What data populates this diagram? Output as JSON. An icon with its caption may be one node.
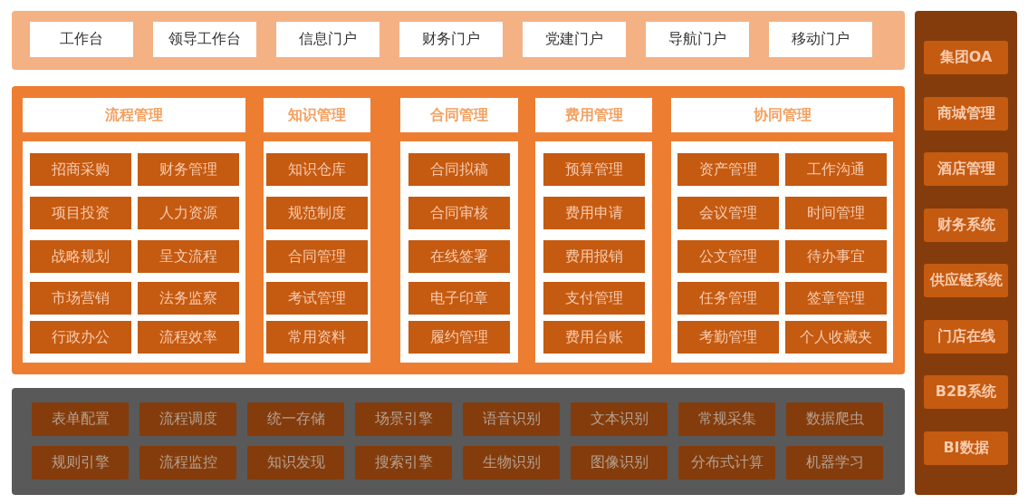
{
  "diagram": {
    "nodes": [
      {
        "text": [],
        "shape": "box"
      },
      {
        "text": [
          "工作台"
        ],
        "in": 0
      },
      {
        "text": [
          "领导工作台"
        ],
        "in": 0
      },
      {
        "text": [
          "信息门户"
        ],
        "in": 0
      },
      {
        "text": [
          "财务门户"
        ],
        "in": 0
      },
      {
        "text": [
          "党建门户"
        ],
        "in": 0
      },
      {
        "text": [
          "导航门户"
        ],
        "in": 0
      },
      {
        "text": [
          "移动门户"
        ],
        "in": 0
      },
      {
        "text": [],
        "shape": "box"
      },
      {
        "text": [
          "流程管理"
        ],
        "in": 8
      },
      {
        "text": [],
        "shape": "box",
        "in": 8
      },
      {
        "text": [
          "招商采购"
        ],
        "in": 10
      },
      {
        "text": [
          "财务管理"
        ],
        "in": 10
      },
      {
        "text": [
          "项目投资"
        ],
        "in": 10
      },
      {
        "text": [
          "人力资源"
        ],
        "in": 10
      },
      {
        "text": [
          "战略规划"
        ],
        "in": 10
      },
      {
        "text": [
          "呈文流程"
        ],
        "in": 10
      },
      {
        "text": [
          "市场营销"
        ],
        "in": 10
      },
      {
        "text": [
          "法务监察"
        ],
        "in": 10
      },
      {
        "text": [
          "行政办公"
        ],
        "in": 10
      },
      {
        "text": [
          "流程效率"
        ],
        "in": 10
      },
      {
        "text": [
          "知识管理"
        ],
        "in": 8
      },
      {
        "text": [],
        "shape": "box",
        "in": 8
      },
      {
        "text": [
          "知识仓库"
        ],
        "in": 22
      },
      {
        "text": [
          "规范制度"
        ],
        "in": 22
      },
      {
        "text": [
          "合同管理"
        ],
        "in": 22
      },
      {
        "text": [
          "考试管理"
        ],
        "in": 22
      },
      {
        "text": [
          "常用资料"
        ],
        "in": 22
      },
      {
        "text": [
          "合同管理"
        ],
        "in": 8
      },
      {
        "text": [],
        "shape": "box",
        "in": 8
      },
      {
        "text": [
          "合同拟稿"
        ],
        "in": 29
      },
      {
        "text": [
          "合同审核"
        ],
        "in": 29
      },
      {
        "text": [
          "在线签署"
        ],
        "in": 29
      },
      {
        "text": [
          "电子印章"
        ],
        "in": 29
      },
      {
        "text": [
          "履约管理"
        ],
        "in": 29
      },
      {
        "text": [
          "费用管理"
        ],
        "in": 8
      },
      {
        "text": [],
        "shape": "box",
        "in": 8
      },
      {
        "text": [
          "预算管理"
        ],
        "in": 36
      },
      {
        "text": [
          "费用申请"
        ],
        "in": 36
      },
      {
        "text": [
          "费用报销"
        ],
        "in": 36
      },
      {
        "text": [
          "支付管理"
        ],
        "in": 36
      },
      {
        "text": [
          "费用台账"
        ],
        "in": 36
      },
      {
        "text": [
          "协同管理"
        ],
        "in": 8
      },
      {
        "text": [],
        "shape": "box",
        "in": 8
      },
      {
        "text": [
          "资产管理"
        ],
        "in": 43
      },
      {
        "text": [
          "工作沟通"
        ],
        "in": 43
      },
      {
        "text": [
          "会议管理"
        ],
        "in": 43
      },
      {
        "text": [
          "时间管理"
        ],
        "in": 43
      },
      {
        "text": [
          "公文管理"
        ],
        "in": 43
      },
      {
        "text": [
          "待办事宜"
        ],
        "in": 43
      },
      {
        "text": [
          "任务管理"
        ],
        "in": 43
      },
      {
        "text": [
          "签章管理"
        ],
        "in": 43
      },
      {
        "text": [
          "考勤管理"
        ],
        "in": 43
      },
      {
        "text": [
          "个人收藏夹"
        ],
        "in": 43
      },
      {
        "text": [],
        "shape": "box"
      },
      {
        "text": [
          "表单配置"
        ],
        "in": 54
      },
      {
        "text": [
          "流程调度"
        ],
        "in": 54
      },
      {
        "text": [
          "统一存储"
        ],
        "in": 54
      },
      {
        "text": [
          "场景引擎"
        ],
        "in": 54
      },
      {
        "text": [
          "语音识别"
        ],
        "in": 54
      },
      {
        "text": [
          "文本识别"
        ],
        "in": 54
      },
      {
        "text": [
          "常规采集"
        ],
        "in": 54
      },
      {
        "text": [
          "数据爬虫"
        ],
        "in": 54
      },
      {
        "text": [
          "规则引擎"
        ],
        "in": 54
      },
      {
        "text": [
          "流程监控"
        ],
        "in": 54
      },
      {
        "text": [
          "知识发现"
        ],
        "in": 54
      },
      {
        "text": [
          "搜索引擎"
        ],
        "in": 54
      },
      {
        "text": [
          "生物识别"
        ],
        "in": 54
      },
      {
        "text": [
          "图像识别"
        ],
        "in": 54
      },
      {
        "text": [
          "分布式计算"
        ],
        "in": 54
      },
      {
        "text": [
          "机器学习"
        ],
        "in": 54
      },
      {
        "text": [],
        "shape": "box"
      },
      {
        "text": [
          "集团OA"
        ],
        "in": 71
      },
      {
        "text": [
          "商城管理"
        ],
        "in": 71
      },
      {
        "text": [
          "酒店管理"
        ],
        "in": 71
      },
      {
        "text": [
          "财务系统"
        ],
        "in": 71
      },
      {
        "text": [
          "供应链系统"
        ],
        "in": 71
      },
      {
        "text": [
          "门店在线"
        ],
        "in": 71
      },
      {
        "text": [
          "B2B系统"
        ],
        "in": 71
      },
      {
        "text": [
          "BI数据"
        ],
        "in": 71
      }
    ],
    "edges": []
  }
}
